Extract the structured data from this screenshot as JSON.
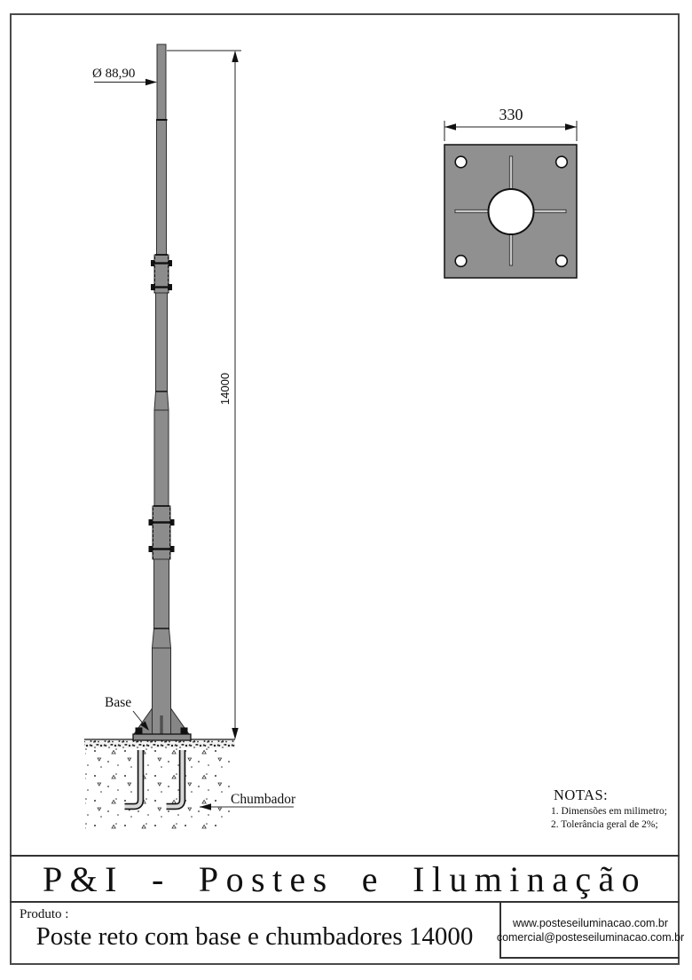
{
  "drawing": {
    "front_view": {
      "diameter_label": "Ø 88,90",
      "height_label": "14000",
      "base_label": "Base",
      "anchor_label": "Chumbador"
    },
    "top_view": {
      "width_label": "330"
    },
    "notes": {
      "title": "NOTAS:",
      "items": [
        "1. Dimensões em milimetro;",
        "2. Tolerância geral de 2%;"
      ]
    }
  },
  "title_block": {
    "company": "P&I - Postes e Iluminação",
    "product_label": "Produto :",
    "product_name": "Poste reto com base e chumbadores 14000",
    "website": "www.posteseiluminacao.com.br",
    "email": "comercial@posteseiluminacao.com.br"
  },
  "colors": {
    "steel_gray": "#8c8c8c",
    "plate_gray": "#909090",
    "line_dark": "#1a1a1a",
    "frame_gray": "#4a4a4a"
  }
}
